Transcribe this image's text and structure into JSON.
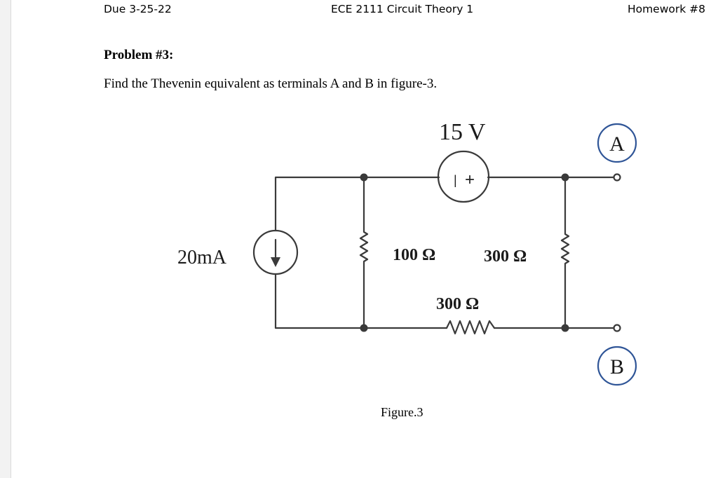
{
  "header": {
    "due": "Due 3-25-22",
    "course": "ECE 2111 Circuit Theory 1",
    "assignment": "Homework #8"
  },
  "problem": {
    "title": "Problem #3:",
    "statement": "Find the Thevenin equivalent as terminals A and B in figure-3."
  },
  "figure": {
    "caption": "Figure.3",
    "voltage_source": {
      "label": "15 V",
      "symbol_minus": "|",
      "symbol_plus": "+"
    },
    "current_source": {
      "label": "20mA"
    },
    "resistor_left": {
      "label": "100 Ω"
    },
    "resistor_right": {
      "label": "300 Ω"
    },
    "resistor_bottom": {
      "label": "300 Ω"
    },
    "terminal_a": {
      "label": "A"
    },
    "terminal_b": {
      "label": "B"
    },
    "colors": {
      "wire": "#3a3a3a",
      "terminal_ring": "#2f5597"
    }
  }
}
